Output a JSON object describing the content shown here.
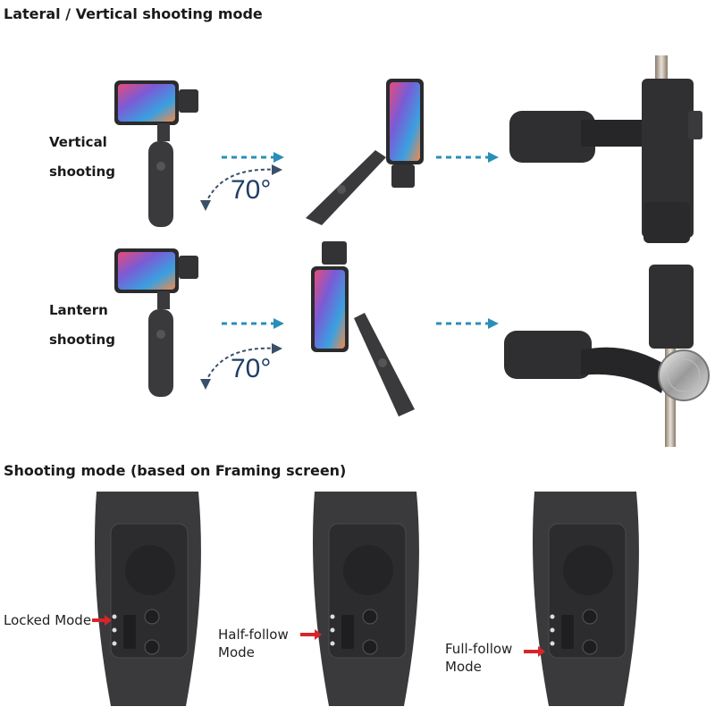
{
  "headings": {
    "top": "Lateral / Vertical shooting mode",
    "bottom": "Shooting mode (based on Framing screen)"
  },
  "rows": [
    {
      "label_line1": "Vertical",
      "label_line2": "shooting",
      "angle": "70°"
    },
    {
      "label_line1": "Lantern",
      "label_line2": "shooting",
      "angle": "70°"
    }
  ],
  "modes": [
    {
      "line1": "Locked Mode",
      "line2": ""
    },
    {
      "line1": "Half-follow",
      "line2": "Mode"
    },
    {
      "line1": "Full-follow",
      "line2": "Mode"
    }
  ],
  "colors": {
    "arrow": "#2a8fb8",
    "pointer": "#d7262b",
    "gimbal": "#3a3a3c",
    "angle_text": "#1f3f66"
  },
  "icons": [
    "dashed-arrow-icon",
    "curved-arrow-icon",
    "red-pointer-icon"
  ]
}
